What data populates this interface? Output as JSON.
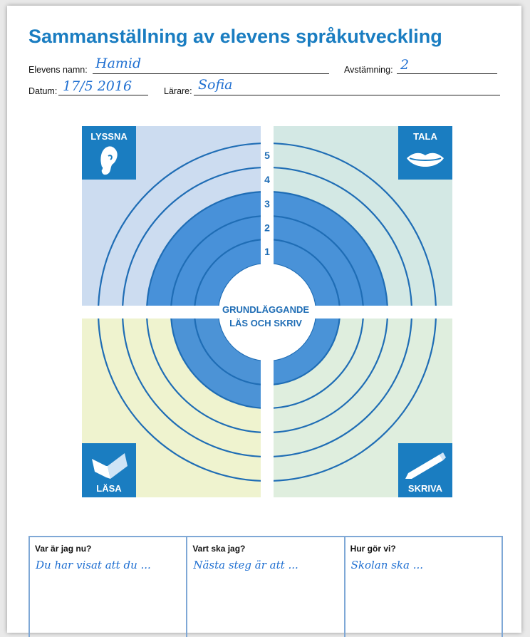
{
  "title": "Sammanställning av elevens språkutveckling",
  "form": {
    "name_label": "Elevens namn:",
    "name_value": "Hamid",
    "checkpoint_label": "Avstämning:",
    "checkpoint_value": "2",
    "date_label": "Datum:",
    "date_value": "17/5 2016",
    "teacher_label": "Lärare:",
    "teacher_value": "Sofia"
  },
  "wheel": {
    "center_line1": "GRUNDLÄGGANDE",
    "center_line2": "LÄS OCH SKRIV",
    "levels": [
      "1",
      "2",
      "3",
      "4",
      "5"
    ],
    "quadrants": [
      {
        "label": "LYSSNA",
        "icon": "ear-icon",
        "bg": "#ccdcf0",
        "level": 3
      },
      {
        "label": "TALA",
        "icon": "mouth-icon",
        "bg": "#d3e8e4",
        "level": 3
      },
      {
        "label": "LÄSA",
        "icon": "book-icon",
        "bg": "#eff3cf",
        "level": 2
      },
      {
        "label": "SKRIVA",
        "icon": "pencil-icon",
        "bg": "#dfeede",
        "level": 1
      }
    ],
    "colors": {
      "ring": "#1f6db5",
      "fill": "#3a88d6",
      "accent": "#1a7dc1",
      "text": "#1f6db5"
    }
  },
  "boxes": [
    {
      "heading": "Var är jag nu?",
      "text": "Du har visat att du ..."
    },
    {
      "heading": "Vart ska jag?",
      "text": "Nästa steg är att ..."
    },
    {
      "heading": "Hur gör vi?",
      "text": "Skolan ska ..."
    }
  ]
}
